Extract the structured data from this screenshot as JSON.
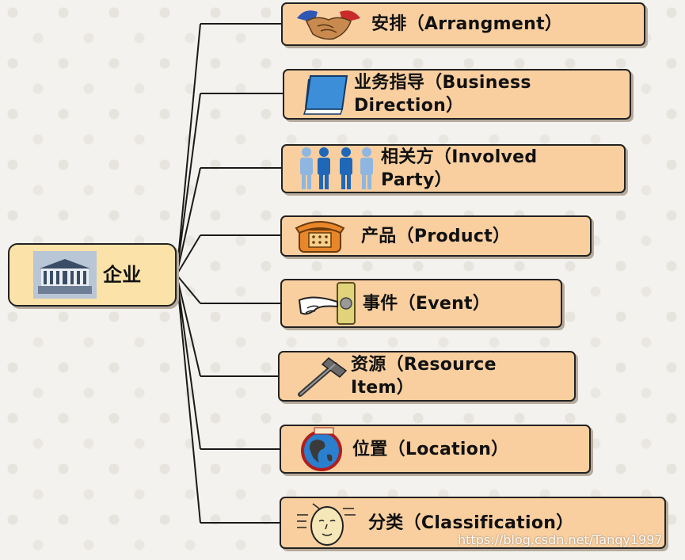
{
  "root": {
    "label": "企业",
    "icon": "building-icon"
  },
  "branches": [
    {
      "label": "安排（Arrangment）",
      "icon": "handshake-icon"
    },
    {
      "label": "业务指导（Business\nDirection）",
      "icon": "book-icon"
    },
    {
      "label": "相关方（Involved\nParty）",
      "icon": "people-icon"
    },
    {
      "label": "产品（Product）",
      "icon": "telephone-icon"
    },
    {
      "label": "事件（Event）",
      "icon": "doorbell-press-icon"
    },
    {
      "label": "资源（Resource\nItem）",
      "icon": "nail-icon"
    },
    {
      "label": "位置（Location）",
      "icon": "globe-icon"
    },
    {
      "label": "分类（Classification）",
      "icon": "head-thinking-icon"
    }
  ],
  "watermark": "https://blog.csdn.net/Tanqy1997"
}
